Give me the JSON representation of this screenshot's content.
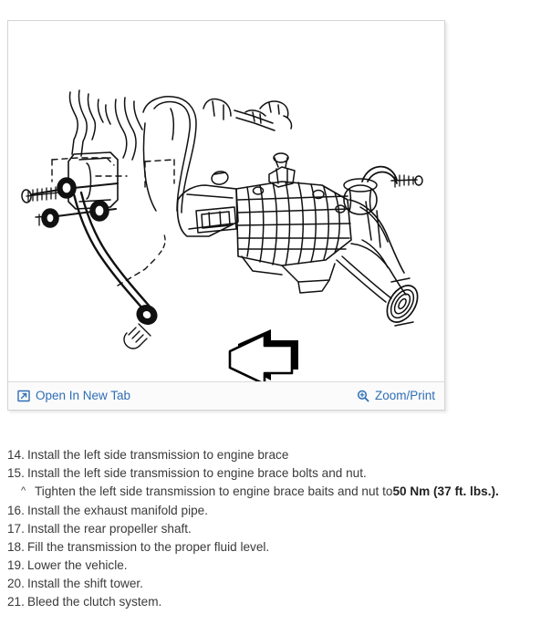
{
  "figure": {
    "alt": "Line drawing of manual transmission with left side transmission-to-engine brace, bolts and nut, and a callout arrow",
    "toolbar": {
      "open_in_new_tab": {
        "label": "Open In New Tab",
        "icon": "open-in-new-tab-icon"
      },
      "zoom_print": {
        "label": "Zoom/Print",
        "icon": "magnifier-plus-icon"
      }
    },
    "colors": {
      "link": "#2f6eb5",
      "panel_border": "#d4d4d4",
      "toolbar_bg": "#fbfbfb",
      "toolbar_border": "#dcdcdc",
      "line_art": "#000000"
    }
  },
  "instructions": {
    "steps": [
      {
        "number": "14.",
        "text": "Install the left side transmission to engine brace"
      },
      {
        "number": "15.",
        "text": "Install the left side transmission to engine brace bolts and nut."
      },
      {
        "marker": "^",
        "sub": true,
        "text": "Tighten the left side transmission to engine brace baits and nut to ",
        "strong": "50 Nm (37 ft. lbs.)."
      },
      {
        "number": "16.",
        "text": "Install the exhaust manifold pipe."
      },
      {
        "number": "17.",
        "text": "Install the rear propeller shaft."
      },
      {
        "number": "18.",
        "text": "Fill the transmission to the proper fluid level."
      },
      {
        "number": "19.",
        "text": "Lower the vehicle."
      },
      {
        "number": "20.",
        "text": "Install the shift tower."
      },
      {
        "number": "21.",
        "text": "Bleed the clutch system."
      }
    ]
  }
}
